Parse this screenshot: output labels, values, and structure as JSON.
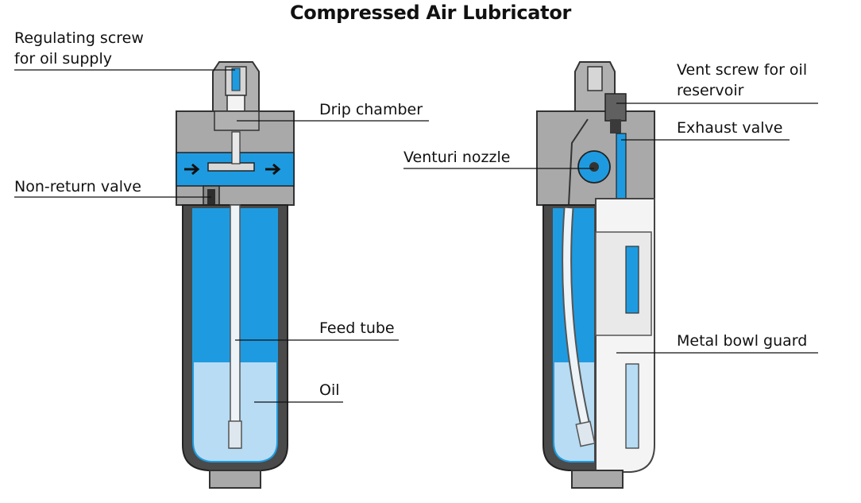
{
  "title": "Compressed Air Lubricator",
  "labels": {
    "regulating_screw_line1": "Regulating screw",
    "regulating_screw_line2": "for oil supply",
    "drip_chamber": "Drip chamber",
    "non_return_valve": "Non-return valve",
    "feed_tube": "Feed tube",
    "oil": "Oil",
    "vent_screw_line1": "Vent screw for oil",
    "vent_screw_line2": "reservoir",
    "exhaust_valve": "Exhaust valve",
    "venturi_nozzle": "Venturi nozzle",
    "metal_bowl_guard": "Metal bowl guard"
  },
  "colors": {
    "housing_gray": "#a9a9a9",
    "dark_gray": "#4a4a4a",
    "air_blue": "#1e9be0",
    "oil_blue": "#b7dcf4",
    "tube_white": "#eef3f7",
    "guard_white": "#f4f4f4"
  }
}
